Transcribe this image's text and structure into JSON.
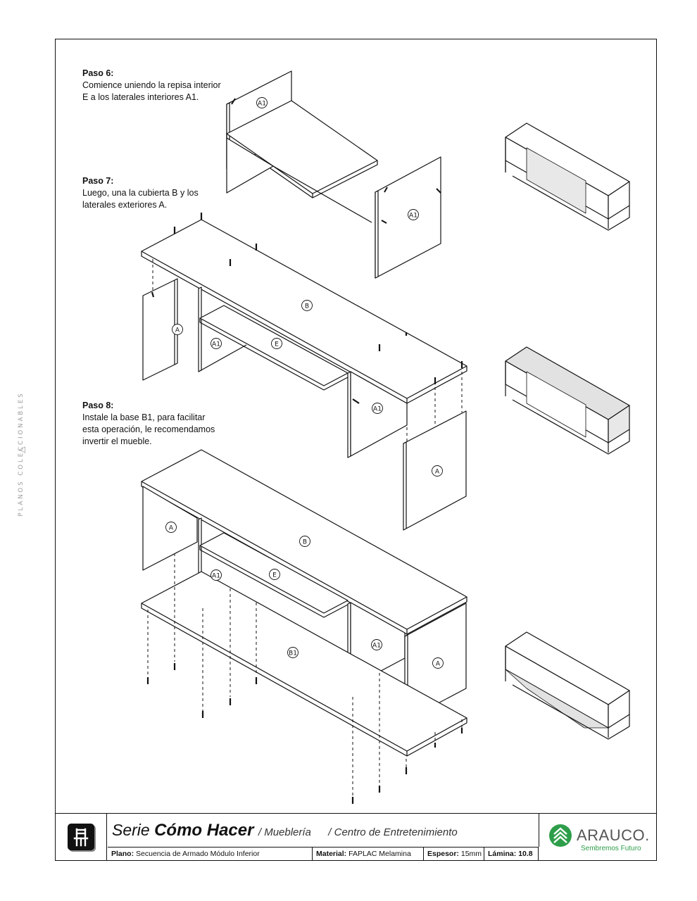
{
  "side_label": "PLANOS COLECCIONABLES",
  "steps": [
    {
      "title": "Paso 6:",
      "body": "Comience uniendo la repisa interior\nE a los laterales interiores A1."
    },
    {
      "title": "Paso 7:",
      "body": "Luego, una la cubierta B y los\nlaterales exteriores A."
    },
    {
      "title": "Paso 8:",
      "body": "Instale la base B1, para facilitar\nesta operación, le recomendamos\ninvertir el mueble."
    }
  ],
  "part_labels": {
    "a1": "A1",
    "a": "A",
    "b": "B",
    "e": "E",
    "b1": "B1"
  },
  "footer": {
    "serie": "Serie",
    "title": "Cómo Hacer",
    "category": "/ Mueblería",
    "project": "/ Centro de Entretenimiento",
    "plano_label": "Plano:",
    "plano_value": "Secuencia de Armado Módulo Inferior",
    "material_label": "Material:",
    "material_value": "FAPLAC Melamina",
    "espesor_label": "Espesor:",
    "espesor_value": "15mm",
    "lamina_label": "Lámina:",
    "lamina_value": "10.8",
    "brand": "ARAUCO.",
    "tagline": "Sembremos Futuro"
  },
  "colors": {
    "brand_green": "#2e9e4a",
    "line": "#111111"
  }
}
